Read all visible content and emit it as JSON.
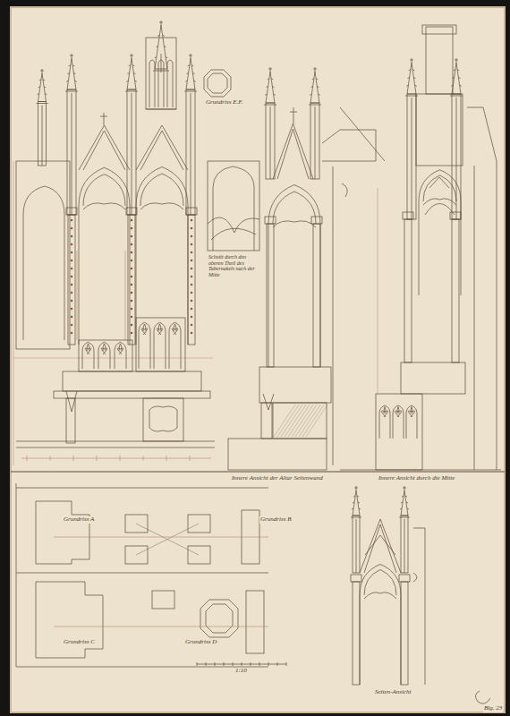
{
  "diagram": {
    "labels": [
      "Grundriss E.F.",
      "Schnitt durch den oberen Theil des Tabernakels nach der Mitte",
      "Innere Ansicht der Altar Seitenwand",
      "Innere Ansicht durch die Mitte",
      "Grundriss A",
      "Grundriss B",
      "Grundriss C",
      "Grundriss D",
      "1:10",
      "Seiten-Ansicht",
      "Blg. 23"
    ]
  }
}
